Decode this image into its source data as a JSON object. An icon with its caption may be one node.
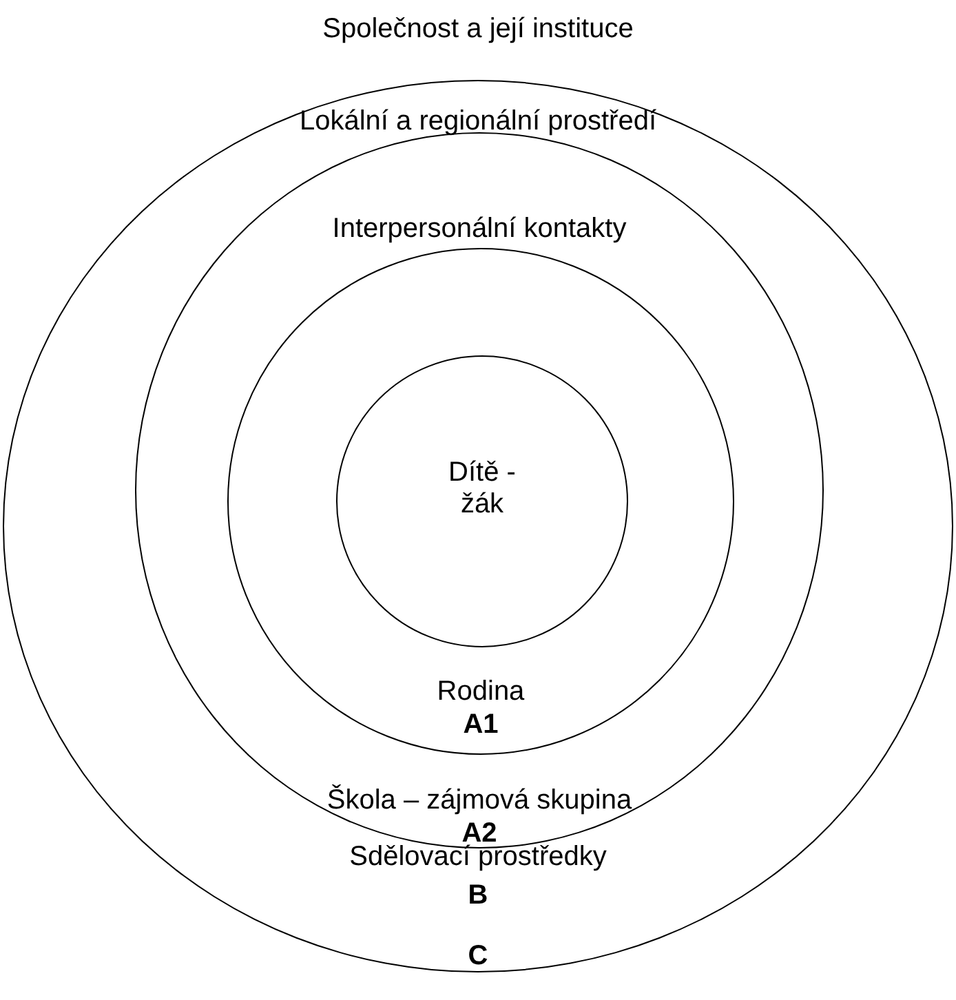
{
  "diagram": {
    "nodes": [
      {
        "text": [
          "Lokální a regionální prostředí",
          "Sdělovací prostředky",
          "B"
        ]
      },
      {
        "text": [
          "Interpersonální kontakty",
          "Škola – zájmová skupina",
          "A2"
        ],
        "in": 0
      },
      {
        "text": [
          "Rodina",
          "A1"
        ],
        "in": 1
      },
      {
        "text": [
          "Dítě - žák"
        ],
        "in": 2
      }
    ],
    "labels": [
      "Společnost a její instituce",
      "C"
    ]
  }
}
